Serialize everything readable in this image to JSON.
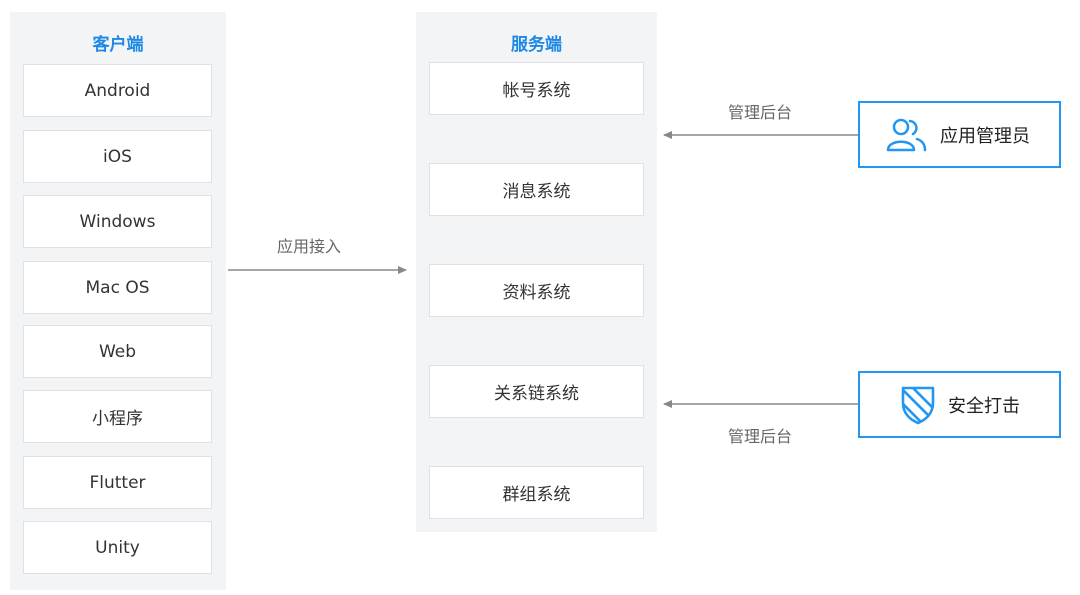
{
  "client": {
    "title": "客户端",
    "items": [
      "Android",
      "iOS",
      "Windows",
      "Mac OS",
      "Web",
      "小程序",
      "Flutter",
      "Unity"
    ]
  },
  "server": {
    "title": "服务端",
    "items": [
      "帐号系统",
      "消息系统",
      "资料系统",
      "关系链系统",
      "群组系统"
    ]
  },
  "edges": {
    "app_access": "应用接入",
    "admin_console_top": "管理后台",
    "admin_console_bottom": "管理后台"
  },
  "actors": {
    "app_admin": {
      "label": "应用管理员",
      "icon": "users-icon"
    },
    "security": {
      "label": "安全打击",
      "icon": "shield-icon"
    }
  },
  "colors": {
    "accent": "#1e88e5",
    "actor_border": "#2196f3",
    "panel_bg": "#f3f4f6",
    "arrow": "#888888"
  }
}
